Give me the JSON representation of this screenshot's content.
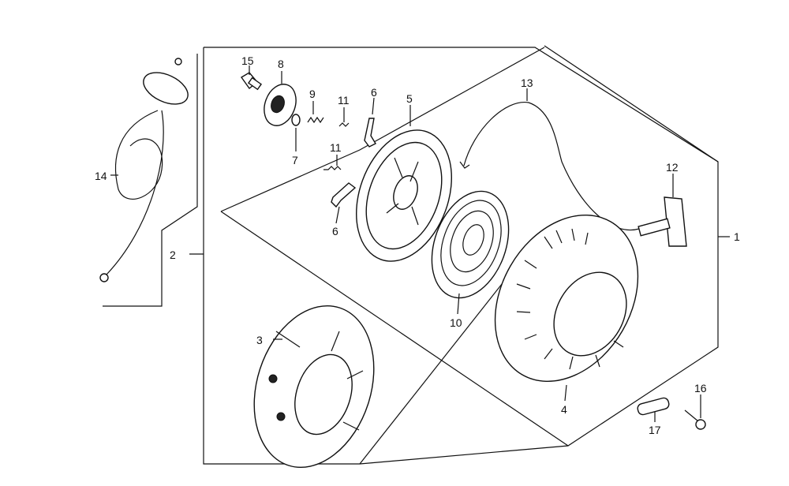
{
  "callouts": {
    "p1": "1",
    "p2": "2",
    "p3": "3",
    "p4": "4",
    "p5": "5",
    "p6a": "6",
    "p6b": "6",
    "p7": "7",
    "p8": "8",
    "p9": "9",
    "p10": "10",
    "p11a": "11",
    "p11b": "11",
    "p12": "12",
    "p13": "13",
    "p14": "14",
    "p15": "15",
    "p16": "16",
    "p17": "17"
  }
}
